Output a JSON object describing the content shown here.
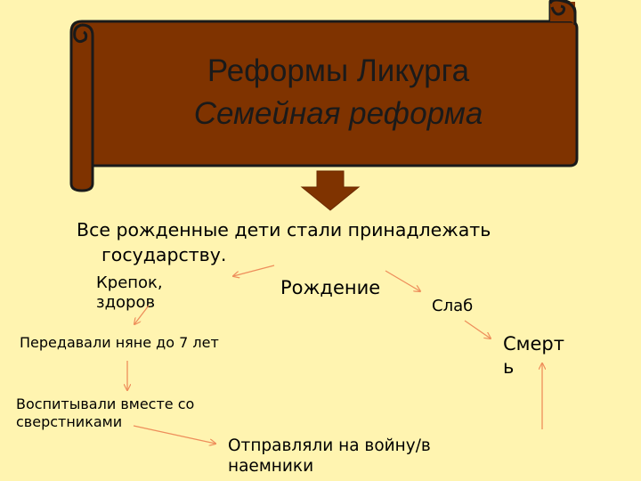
{
  "title": {
    "line1": "Реформы Ликурга",
    "line2": "Семейная реформа"
  },
  "main_statement": {
    "line1": "Все рожденные дети стали принадлежать",
    "line2": "государству."
  },
  "nodes": {
    "birth": "Рождение",
    "strong": "Крепок, здоров",
    "weak": "Слаб",
    "death": "Смерть",
    "nanny": "Передавали няне до 7 лет",
    "raised": "Воспитывали вместе со сверстниками",
    "war": "Отправляли на войну/в наемники"
  },
  "colors": {
    "background": "#fff4b0",
    "scroll": "#7f3300",
    "scroll_outline": "#1a1a1a",
    "down_arrow": "#7f3300",
    "connector": "#ee8e5b"
  }
}
